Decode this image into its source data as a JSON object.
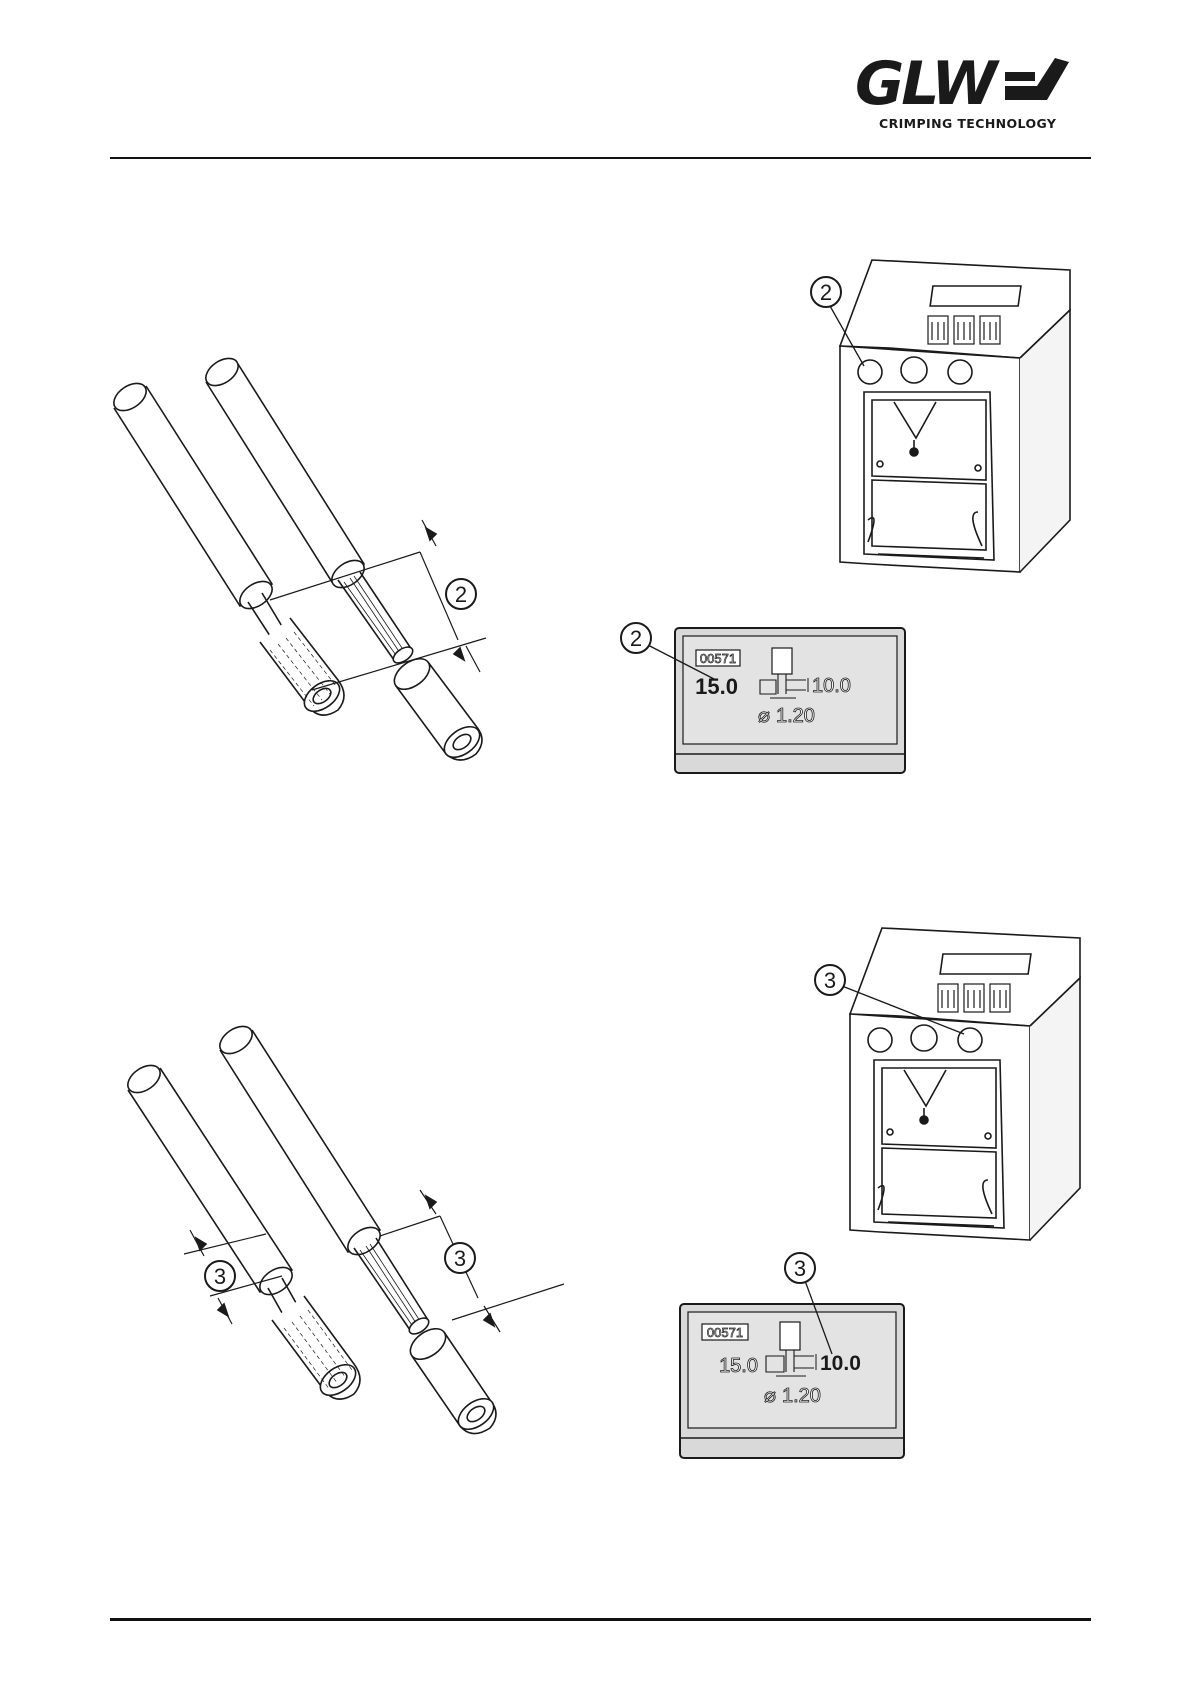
{
  "header": {
    "logo_text": "GLW",
    "logo_subtitle": "CRIMPING TECHNOLOGY"
  },
  "colors": {
    "line": "#1a1a1a",
    "lcd_fill": "#d9d9d9",
    "lcd_screen": "#e3e3e3"
  },
  "figure1": {
    "wire_callout": "2",
    "machine_callout": "2",
    "display": {
      "callout": "2",
      "counter": "00571",
      "strip_length": "15.0",
      "insulation_length": "10.0",
      "diameter": "1.20",
      "highlight": "strip_length"
    }
  },
  "figure2": {
    "wire_callout_a": "3",
    "wire_callout_b": "3",
    "machine_callout": "3",
    "display": {
      "callout": "3",
      "counter": "00571",
      "strip_length": "15.0",
      "insulation_length": "10.0",
      "diameter": "1.20",
      "highlight": "insulation_length"
    }
  }
}
